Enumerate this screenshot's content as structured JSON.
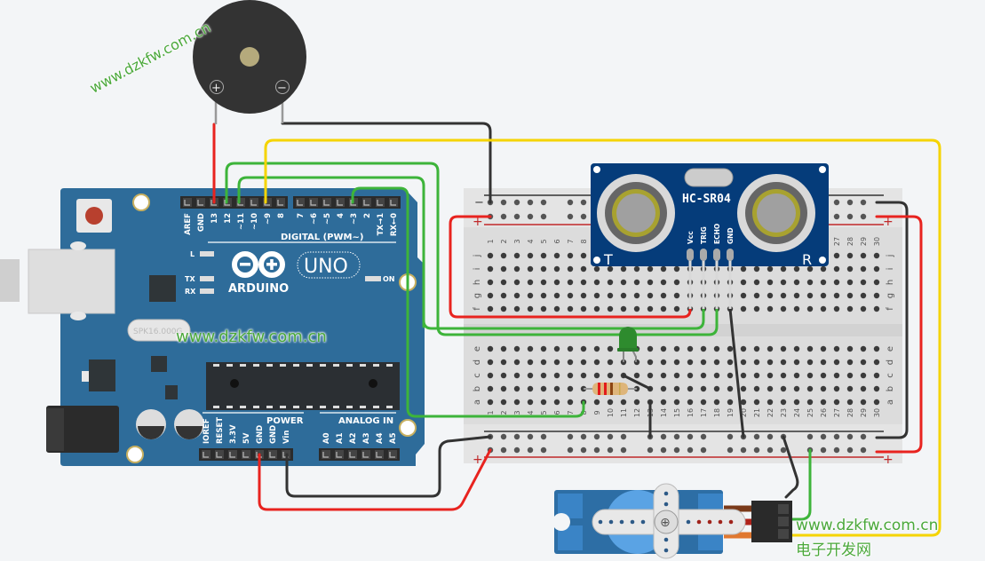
{
  "watermarks": {
    "rotated": "www.dzkfw.com.cn",
    "center": "www.dzkfw.com.cn",
    "bottom_url": "www.dzkfw.com.cn",
    "bottom_cn": "电子开发网"
  },
  "arduino": {
    "logo_text": "ARDUINO",
    "model": "UNO",
    "crystal_text": "SPK16.000G",
    "digital_header_label": "DIGITAL (PWM~)",
    "power_header_label": "POWER",
    "analog_header_label": "ANALOG IN",
    "led_labels": {
      "l": "L",
      "tx": "TX",
      "rx": "RX",
      "on": "ON"
    },
    "digital_pins_left": [
      "AREF",
      "GND",
      "13",
      "12",
      "~11",
      "~10",
      "~9",
      "8"
    ],
    "digital_pins_right": [
      "7",
      "~6",
      "~5",
      "4",
      "~3",
      "2",
      "TX→1",
      "RX←0"
    ],
    "power_pins": [
      "IOREF",
      "RESET",
      "3.3V",
      "5V",
      "GND",
      "GND",
      "Vin"
    ],
    "analog_pins": [
      "A0",
      "A1",
      "A2",
      "A3",
      "A4",
      "A5"
    ]
  },
  "breadboard": {
    "columns": [
      "1",
      "2",
      "3",
      "4",
      "5",
      "6",
      "7",
      "8",
      "9",
      "10",
      "11",
      "12",
      "13",
      "14",
      "15",
      "16",
      "17",
      "18",
      "19",
      "20",
      "21",
      "22",
      "23",
      "24",
      "25",
      "26",
      "27",
      "28",
      "29",
      "30"
    ],
    "top_rows": [
      "j",
      "i",
      "h",
      "g",
      "f"
    ],
    "bottom_rows": [
      "e",
      "d",
      "c",
      "b",
      "a"
    ],
    "rail_minus": "−",
    "rail_plus": "+"
  },
  "ultrasonic": {
    "model": "HC-SR04",
    "pins": [
      "Vcc",
      "TRIG",
      "ECHO",
      "GND"
    ],
    "transmitter_label": "T",
    "receiver_label": "R"
  },
  "buzzer": {
    "plus_label": "+",
    "minus_label": "−"
  },
  "colors": {
    "arduino_blue": "#2e6c9a",
    "breadboard": "#dcdcdc",
    "wire_red": "#e8231f",
    "wire_black": "#333333",
    "wire_green": "#3db43a",
    "wire_yellow": "#f5d400",
    "sensor_blue": "#053c7a",
    "led_green": "#2e8b2e",
    "watermark_green": "#4aa83a"
  }
}
